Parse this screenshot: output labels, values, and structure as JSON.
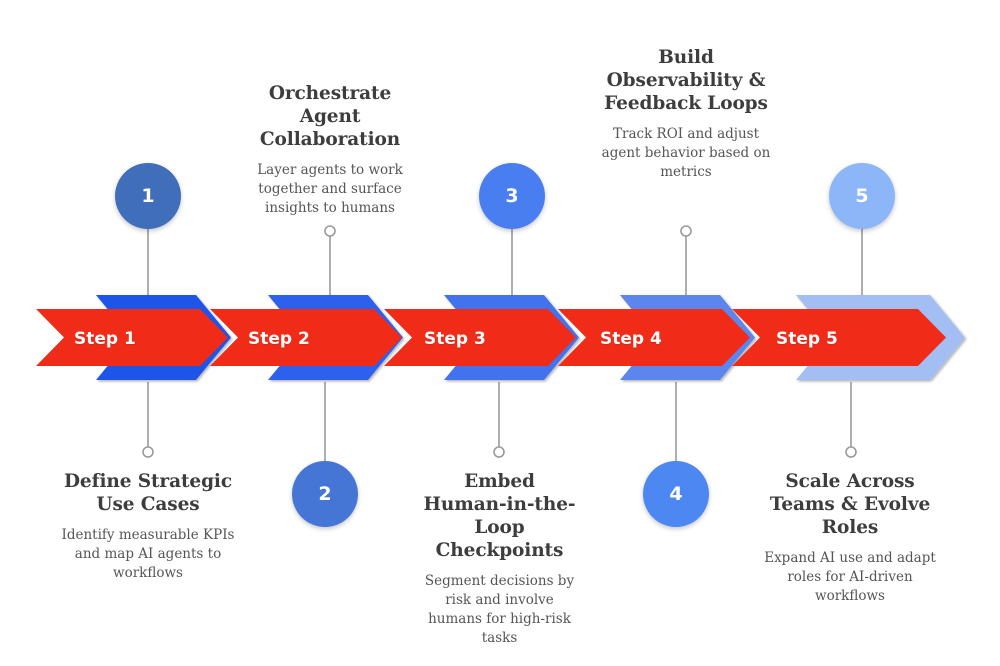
{
  "diagram": {
    "type": "horizontal-chevron-process-timeline",
    "title": "",
    "band_color": "#F02B18",
    "connector_color": "#9a9a9a",
    "step_count": 5,
    "steps": [
      {
        "number": "1",
        "band_label": "Step 1",
        "title": "Define Strategic Use Cases",
        "description": "Identify measurable KPIs and map AI agents to workflows",
        "circle_color": "#3F6EBB",
        "chevron_color": "#1F55E8",
        "circle_position": "above",
        "text_position": "below"
      },
      {
        "number": "2",
        "band_label": "Step 2",
        "title": "Orchestrate Agent Collaboration",
        "description": "Layer agents to work together and surface insights to humans",
        "circle_color": "#4476D6",
        "chevron_color": "#2E61EE",
        "circle_position": "below",
        "text_position": "above"
      },
      {
        "number": "3",
        "band_label": "Step 3",
        "title": "Embed Human-in-the-Loop Checkpoints",
        "description": "Segment decisions by risk and involve humans for high-risk tasks",
        "circle_color": "#4A7EF0",
        "chevron_color": "#4272EE",
        "circle_position": "above",
        "text_position": "below"
      },
      {
        "number": "4",
        "band_label": "Step 4",
        "title": "Build Observability & Feedback Loops",
        "description": "Track ROI and adjust agent behavior based on metrics",
        "circle_color": "#4E88F2",
        "chevron_color": "#5B86EE",
        "circle_position": "below",
        "text_position": "above"
      },
      {
        "number": "5",
        "band_label": "Step 5",
        "title": "Scale Across Teams & Evolve Roles",
        "description": "Expand AI use and adapt roles for AI-driven workflows",
        "circle_color": "#8CB6F7",
        "chevron_color": "#A3BEF3",
        "circle_position": "above",
        "text_position": "below"
      }
    ]
  }
}
